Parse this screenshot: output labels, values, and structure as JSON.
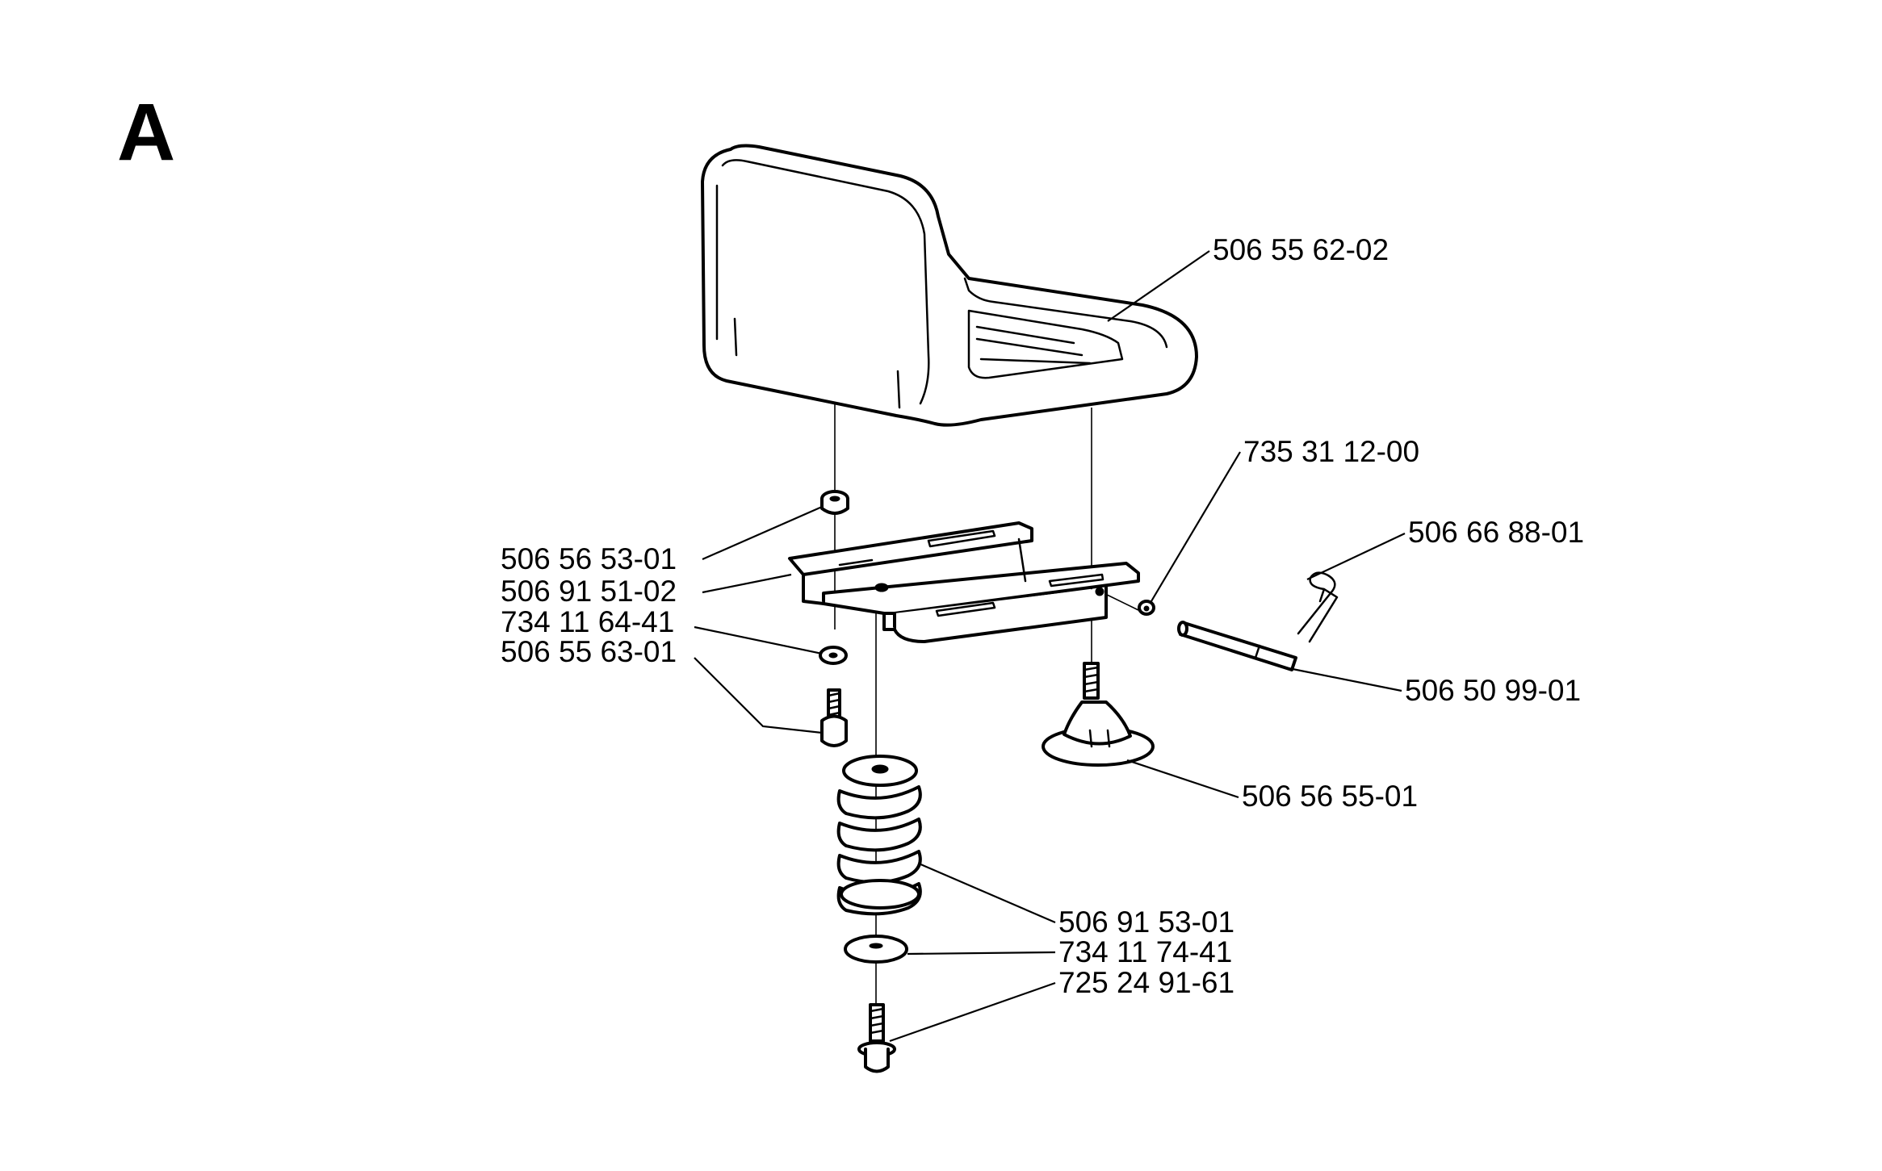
{
  "section": {
    "letter": "A"
  },
  "parts": [
    {
      "id": "seat",
      "label": "506 55 62-02"
    },
    {
      "id": "seat-pin-clip",
      "label": "735 31 12-00"
    },
    {
      "id": "hair-pin",
      "label": "506 66 88-01"
    },
    {
      "id": "hinge-pin",
      "label": "506 50 99-01"
    },
    {
      "id": "adjust-knob",
      "label": "506 56 55-01"
    },
    {
      "id": "upper-nut",
      "label": "506 56 53-01"
    },
    {
      "id": "seat-bracket",
      "label": "506 91 51-02"
    },
    {
      "id": "washer-small",
      "label": "734 11 64-41"
    },
    {
      "id": "screw-small",
      "label": "506 55 63-01"
    },
    {
      "id": "spring",
      "label": "506 91 53-01"
    },
    {
      "id": "washer-large",
      "label": "734 11 74-41"
    },
    {
      "id": "flange-bolt",
      "label": "725 24 91-61"
    }
  ]
}
